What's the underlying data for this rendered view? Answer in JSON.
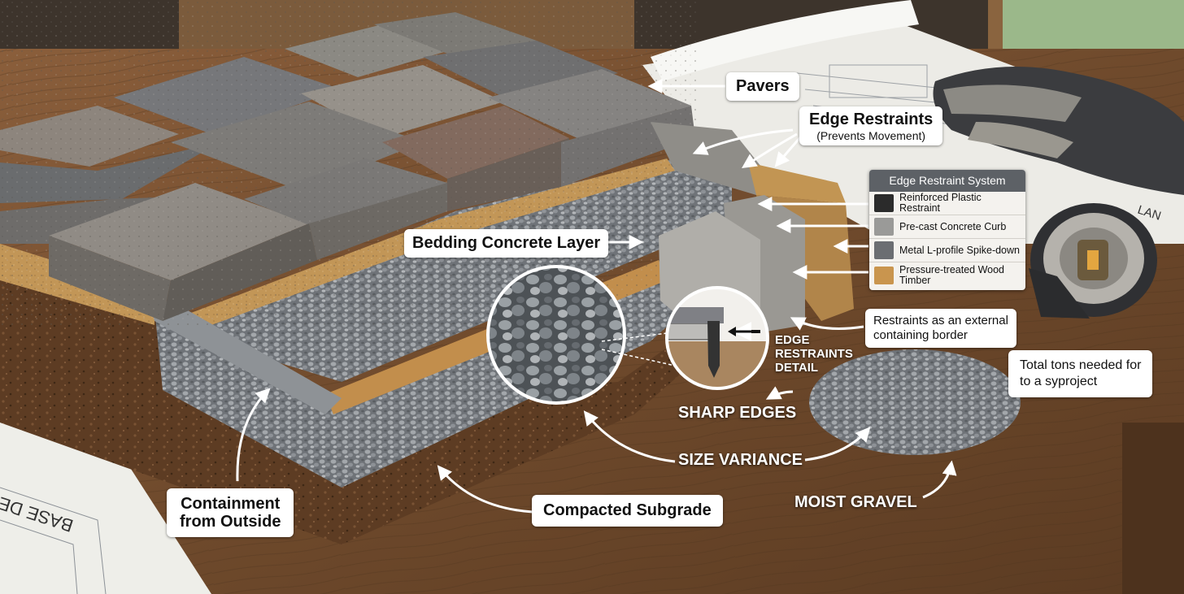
{
  "labels": {
    "pavers": "Pavers",
    "edge_restraints": "Edge Restraints",
    "edge_restraints_note": "(Prevents Movement)",
    "bedding_layer": "Bedding Concrete Layer",
    "restraints_border_line1": "Restraints as an external",
    "restraints_border_line2": "containing border",
    "edge_detail_line1": "EDGE",
    "edge_detail_line2": "RESTRAINTS",
    "edge_detail_line3": "DETAIL",
    "total_tons_line1": "Total tons needed for",
    "total_tons_line2": "to a syproject",
    "sharp_edges": "SHARP EDGES",
    "size_variance": "SIZE VARIANCE",
    "moist_gravel": "MOIST GRAVEL",
    "containment_line1": "Containment",
    "containment_line2": "from Outside",
    "compacted_subgrade": "Compacted Subgrade"
  },
  "legend": {
    "title": "Edge Restraint System",
    "items": [
      {
        "label": "Reinforced Plastic Restraint",
        "swatch": "#2b2b2b"
      },
      {
        "label": "Pre-cast Concrete Curb",
        "swatch": "#9a9a98"
      },
      {
        "label": "Metal L-profile Spike-down",
        "swatch": "#6b6e72"
      },
      {
        "label": "Pressure-treated Wood Timber",
        "swatch": "#c9954e"
      }
    ]
  },
  "blueprint": {
    "title": "BASE DEPTH PLAN",
    "corner_text": "LAN"
  },
  "colors": {
    "table_wood": "#7a5233",
    "paver": "#8e8b86",
    "gravel": "#8b8f94",
    "sand": "#c79a5c",
    "subgrade": "#5b3a22",
    "timber": "#b98a4a"
  }
}
